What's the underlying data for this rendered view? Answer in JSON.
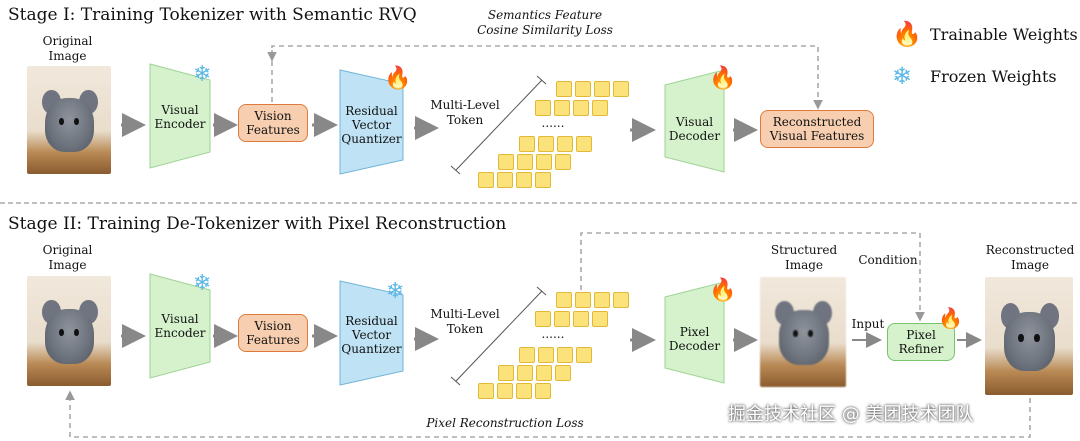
{
  "stage1": {
    "title": "Stage I: Training Tokenizer with Semantic RVQ",
    "original_image_label": "Original Image",
    "visual_encoder": "Visual Encoder",
    "vision_features": "Vision Features",
    "rvq": "Residual Vector Quantizer",
    "multi_level_token": "Multi-Level Token",
    "visual_decoder": "Visual Decoder",
    "reconstructed_features": "Reconstructed Visual Features",
    "loss": "Semantics Feature Cosine Similarity Loss",
    "dots": "......"
  },
  "stage2": {
    "title": "Stage II: Training De-Tokenizer with Pixel Reconstruction",
    "original_image_label": "Original Image",
    "visual_encoder": "Visual Encoder",
    "vision_features": "Vision Features",
    "rvq": "Residual Vector Quantizer",
    "multi_level_token": "Multi-Level Token",
    "pixel_decoder": "Pixel Decoder",
    "structured_image": "Structured Image",
    "condition": "Condition",
    "input": "Input",
    "pixel_refiner": "Pixel Refiner",
    "reconstructed_image": "Reconstructed Image",
    "loss": "Pixel Reconstruction Loss",
    "dots": "......"
  },
  "legend": {
    "trainable": "Trainable Weights",
    "frozen": "Frozen Weights"
  },
  "watermark": "掘金技术社区 @ 美团技术团队",
  "colors": {
    "encoder_fill": "#d5f2cc",
    "rvq_fill": "#bfe3f5",
    "orange_box": "#f7cfb0",
    "token": "#fbe27a",
    "arrow": "#888888"
  }
}
